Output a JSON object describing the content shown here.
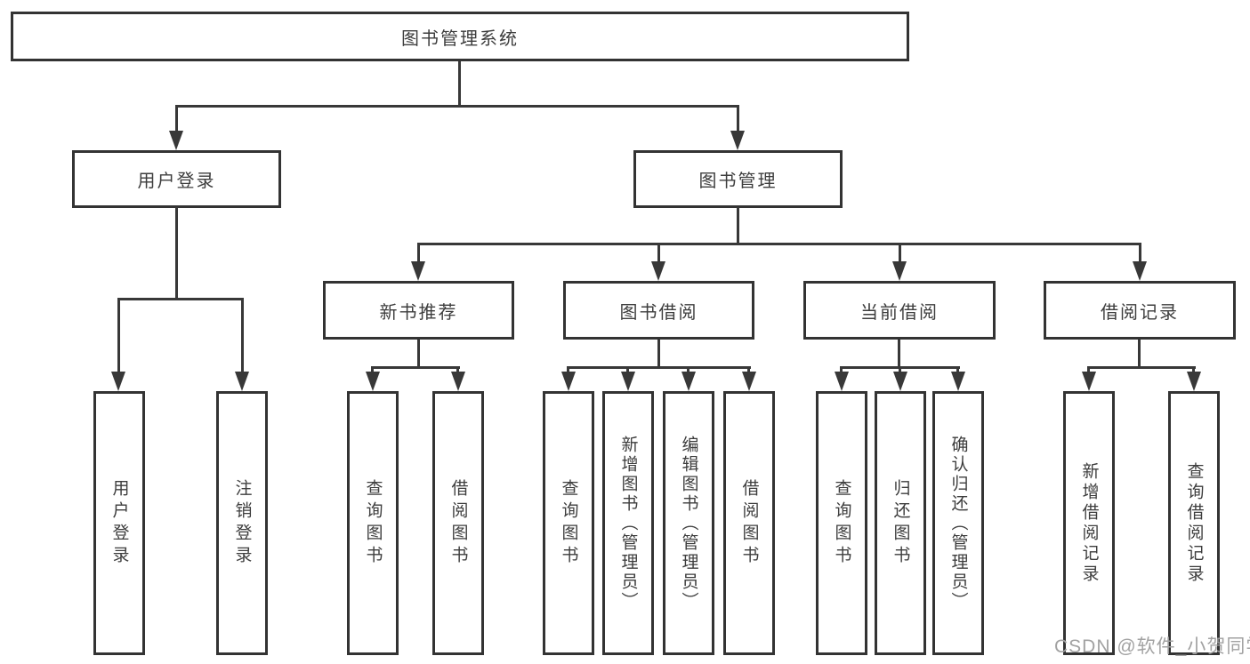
{
  "nodes": {
    "root": "图书管理系统",
    "user_login_group": "用户登录",
    "book_mgmt": "图书管理",
    "user_login": "用户登录",
    "logout": "注销登录",
    "new_book_rec": "新书推荐",
    "book_borrow": "图书借阅",
    "current_borrow": "当前借阅",
    "borrow_records": "借阅记录",
    "nb_query": "查询图书",
    "nb_borrow": "借阅图书",
    "bb_query": "查询图书",
    "bb_add": "新增图书（管理员）",
    "bb_edit": "编辑图书（管理员）",
    "bb_borrow": "借阅图书",
    "cb_query": "查询图书",
    "cb_return": "归还图书",
    "cb_confirm": "确认归还（管理员）",
    "br_add": "新增借阅记录",
    "br_query": "查询借阅记录"
  },
  "hierarchy": {
    "图书管理系统": {
      "用户登录": [
        "用户登录",
        "注销登录"
      ],
      "图书管理": {
        "新书推荐": [
          "查询图书",
          "借阅图书"
        ],
        "图书借阅": [
          "查询图书",
          "新增图书（管理员）",
          "编辑图书（管理员）",
          "借阅图书"
        ],
        "当前借阅": [
          "查询图书",
          "归还图书",
          "确认归还（管理员）"
        ],
        "借阅记录": [
          "新增借阅记录",
          "查询借阅记录"
        ]
      }
    }
  },
  "watermark": "CSDN @软件_小贺同学",
  "colors": {
    "line": "#383838",
    "border": "#333333",
    "text": "#3d3d3d",
    "watermark": "#a2a2a2",
    "background": "#ffffff"
  }
}
